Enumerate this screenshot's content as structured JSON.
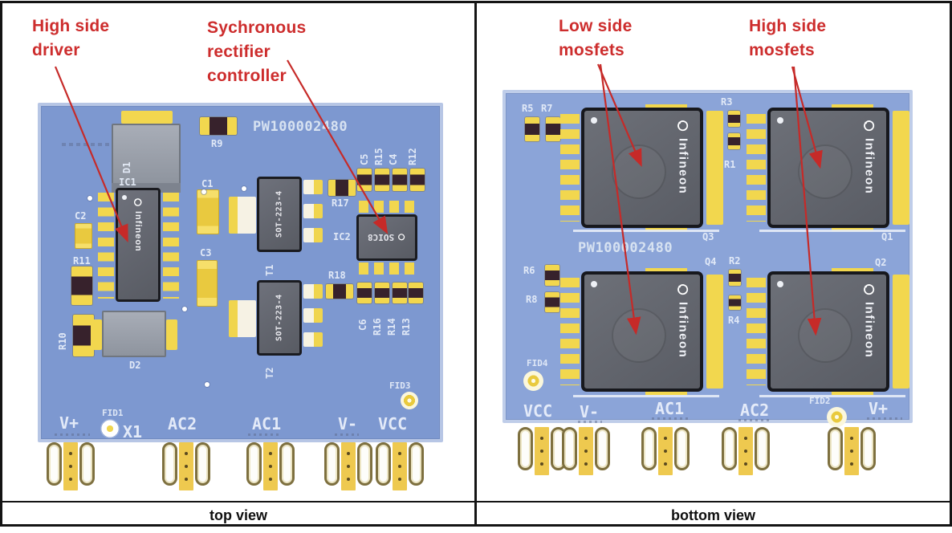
{
  "captions": {
    "left": "top view",
    "right": "bottom view"
  },
  "annotations": {
    "high_side_driver": "High side\ndriver",
    "sync_rect_controller": "Sychronous\nrectifier\ncontroller",
    "low_side_mosfets": "Low side\nmosfets",
    "high_side_mosfets": "High side\nmosfets"
  },
  "brand": "Infineon",
  "colors": {
    "board_top": "#7d98d0",
    "board_bottom": "#8ba4d8",
    "pad_gold": "#f2d74e",
    "chip_dark": "#63666e",
    "annotation_red": "#cd2d2d",
    "silkscreen": "#e6edf9"
  },
  "top_board": {
    "title": "PW100002480",
    "refs": {
      "d1": "D1",
      "r9": "R9",
      "ic1": "IC1",
      "c1": "C1",
      "c2": "C2",
      "r11": "R11",
      "c3": "C3",
      "r10": "R10",
      "d2": "D2",
      "t1": "T1",
      "t2": "T2",
      "r17": "R17",
      "ic2": "IC2",
      "r18": "R18",
      "c5": "C5",
      "r15": "R15",
      "c4": "C4",
      "r12": "R12",
      "c6": "C6",
      "r16": "R16",
      "r14": "R14",
      "r13": "R13",
      "fid1": "FID1",
      "x1": "X1",
      "fid3": "FID3"
    },
    "package_labels": {
      "t1": "SOT-223-4",
      "t2": "SOT-223-4",
      "ic2": "SOIC8"
    },
    "pads": {
      "vplus": "V+",
      "ac2": "AC2",
      "ac1": "AC1",
      "vminus": "V-",
      "vcc": "VCC"
    }
  },
  "bottom_board": {
    "title": "PW100002480",
    "refs": {
      "r5": "R5",
      "r7": "R7",
      "r3": "R3",
      "r1": "R1",
      "r6": "R6",
      "r8": "R8",
      "r2": "R2",
      "r4": "R4",
      "q3": "Q3",
      "q1": "Q1",
      "q4": "Q4",
      "q2": "Q2",
      "fid4": "FID4",
      "fid2": "FID2"
    },
    "pads": {
      "vcc": "VCC",
      "vminus": "V-",
      "ac1": "AC1",
      "ac2": "AC2",
      "vplus": "V+"
    }
  }
}
